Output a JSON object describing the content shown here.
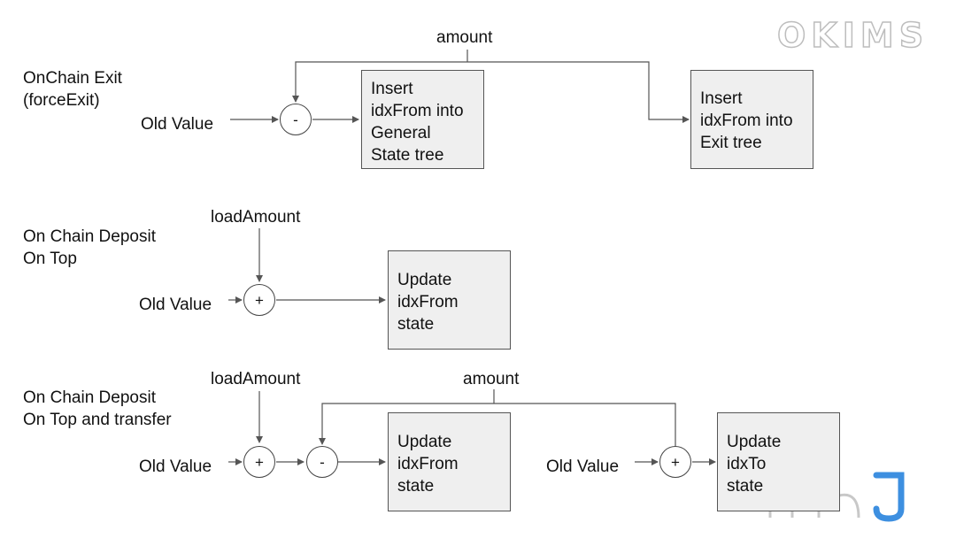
{
  "brand_watermark": "OKIMS",
  "colors": {
    "box_fill": "#efefef",
    "line": "#555555",
    "logo_blue": "#3d8fe0",
    "logo_gray": "#c8c8c8"
  },
  "rows": [
    {
      "title": [
        "OnChain Exit",
        "(forceExit)"
      ],
      "top_label": "amount",
      "input_label": "Old Value",
      "ops": [
        "-"
      ],
      "boxes": [
        {
          "lines": [
            "Insert",
            "idxFrom into",
            "General",
            "State tree"
          ]
        },
        {
          "lines": [
            "Insert",
            "idxFrom into",
            "Exit  tree"
          ]
        }
      ]
    },
    {
      "title": [
        "On Chain Deposit",
        "On Top"
      ],
      "top_label": "loadAmount",
      "input_label": "Old Value",
      "ops": [
        "+"
      ],
      "boxes": [
        {
          "lines": [
            "Update",
            "idxFrom",
            "state"
          ]
        }
      ]
    },
    {
      "title": [
        "On Chain Deposit",
        "On Top and transfer"
      ],
      "top_label": "loadAmount",
      "mid_label": "amount",
      "input_label": "Old Value",
      "second_input_label": "Old Value",
      "ops": [
        "+",
        "-",
        "+"
      ],
      "boxes": [
        {
          "lines": [
            "Update",
            "idxFrom",
            "state"
          ]
        },
        {
          "lines": [
            "Update",
            "idxTo",
            "state"
          ]
        }
      ]
    }
  ]
}
